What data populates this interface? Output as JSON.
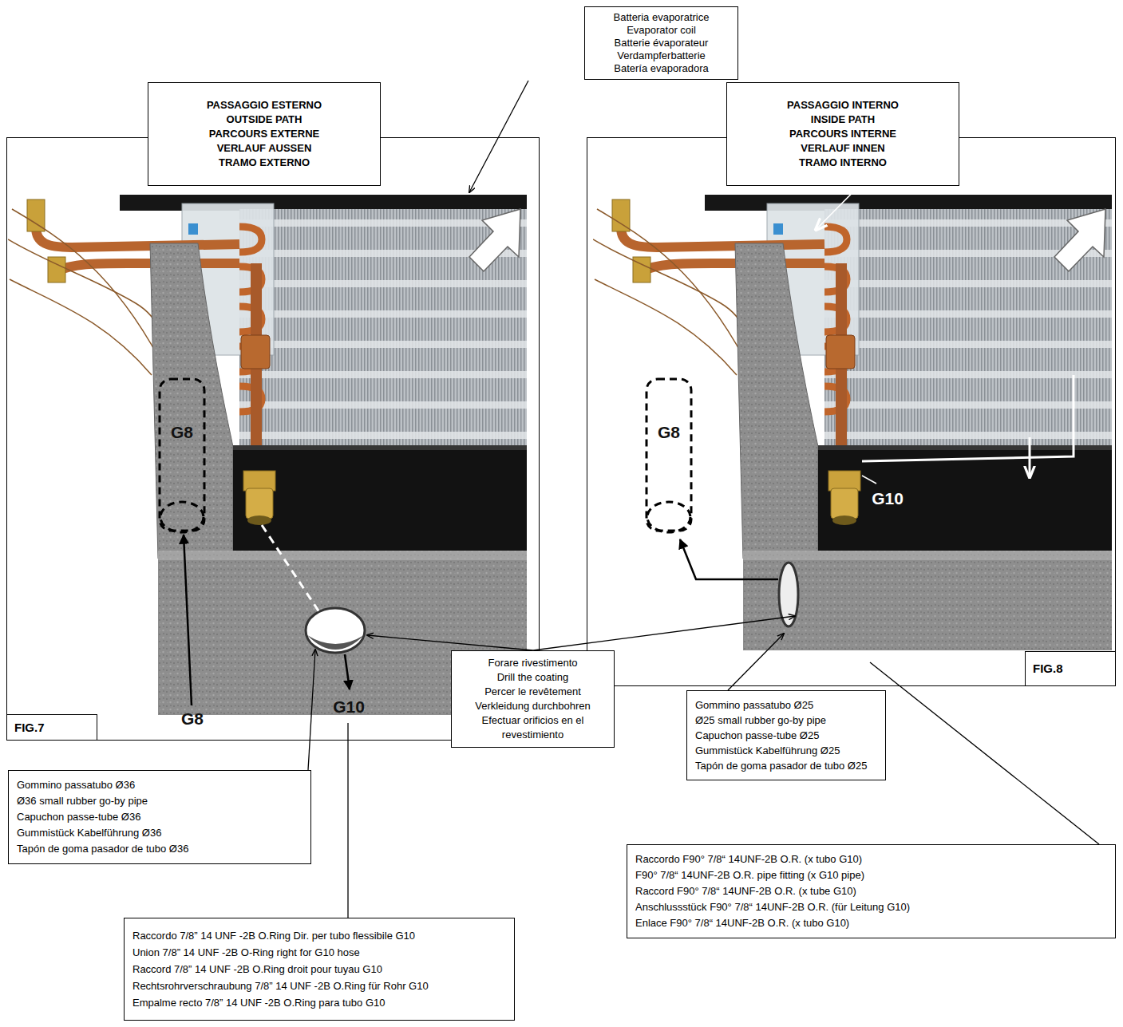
{
  "diagram": {
    "nodes": [
      {
        "text": [
          "FIG.7"
        ]
      },
      {
        "text": [
          "PASSAGGIO ESTERNO",
          "OUTSIDE PATH",
          "PARCOURS EXTERNE",
          "VERLAUF AUSSEN",
          "TRAMO EXTERNO"
        ],
        "in": 0
      },
      {
        "text": [
          "Batteria evaporatrice",
          "Evaporator coil",
          "Batterie évaporateur",
          "Verdampferbatterie",
          "Batería evaporadora"
        ]
      },
      {
        "text": [
          "FIG.8"
        ]
      },
      {
        "text": [
          "PASSAGGIO INTERNO",
          "INSIDE PATH",
          "PARCOURS INTERNE",
          "VERLAUF INNEN",
          "TRAMO INTERNO"
        ],
        "in": 3
      },
      {
        "text": [
          "Forare rivestimento",
          "Drill the coating",
          "Percer le revêtement",
          "Verkleidung durchbohren",
          "Efectuar orificios en el revestimiento"
        ]
      },
      {
        "text": [
          "Gommino passatubo Ø36",
          "Ø36 small rubber go-by pipe",
          "Capuchon passe-tube Ø36",
          "Gummistück Kabelführung Ø36",
          "Tapón de goma pasador de tubo Ø36"
        ]
      },
      {
        "text": [
          "Raccordo 7/8” 14 UNF -2B O.Ring Dir. per tubo flessibile G10",
          "Union 7/8” 14 UNF -2B O-Ring right for G10 hose",
          "Raccord 7/8” 14 UNF -2B O.Ring droit pour tuyau G10",
          "Rechtsrohrverschraubung 7/8” 14 UNF -2B O.Ring für Rohr G10",
          "Empalme recto 7/8” 14 UNF -2B O.Ring para tubo G10"
        ]
      },
      {
        "text": [
          "Gommino passatubo Ø25",
          "Ø25 small rubber go-by pipe",
          "Capuchon passe-tube Ø25",
          "Gummistück Kabelführung Ø25",
          "Tapón de goma pasador de tubo Ø25"
        ]
      },
      {
        "text": [
          "Raccordo F90° 7/8“ 14UNF-2B O.R. (x tubo G10)",
          "F90° 7/8“ 14UNF-2B O.R. pipe fitting (x G10 pipe)",
          "Raccord F90° 7/8“ 14UNF-2B O.R. (x tube G10)",
          "Anschlussstück F90° 7/8“ 14UNF-2B O.R. (für Leitung G10)",
          "Enlace F90° 7/8“ 14UNF-2B O.R. (x tubo G10)"
        ]
      }
    ],
    "labels": [
      "G8",
      "G8",
      "G10",
      "G8",
      "G10"
    ]
  }
}
